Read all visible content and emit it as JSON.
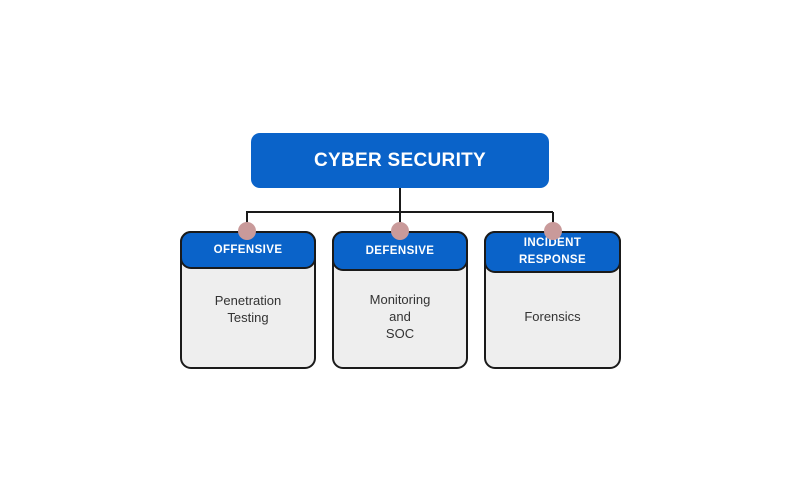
{
  "root": {
    "label": "CYBER SECURITY"
  },
  "branches": [
    {
      "title": "OFFENSIVE",
      "body": "Penetration\nTesting"
    },
    {
      "title": "DEFENSIVE",
      "body": "Monitoring\nand\nSOC"
    },
    {
      "title": "INCIDENT\nRESPONSE",
      "body": "Forensics"
    }
  ],
  "colors": {
    "accent": "#0a63c9",
    "card_bg": "#eeeeee",
    "outline": "#1a1a1a",
    "connector_dot": "#c99a9a"
  }
}
